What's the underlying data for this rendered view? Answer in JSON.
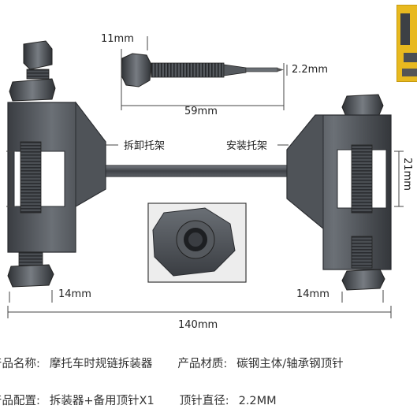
{
  "dimensions": {
    "pin_length": "11mm",
    "pin_tip": "2.2mm",
    "pin_total": "59mm",
    "removal_bracket": "拆卸托架",
    "install_bracket": "安装托架",
    "height": "21mm",
    "left_nut": "14mm",
    "right_nut": "14mm",
    "overall": "140mm"
  },
  "specs": {
    "row1": {
      "name_label": "产品名称:",
      "name_value": "摩托车时规链拆装器",
      "material_label": "产品材质:",
      "material_value": "碳钢主体/轴承钢顶针"
    },
    "row2": {
      "config_label": "产品配置:",
      "config_value": "拆装器+备用顶针X1",
      "diameter_label": "顶针直径:",
      "diameter_value": "2.2MM"
    }
  },
  "colors": {
    "metal_dark": "#3d4045",
    "metal_mid": "#60656b",
    "metal_light": "#8a9096",
    "accent_yellow": "#e8b91f"
  }
}
